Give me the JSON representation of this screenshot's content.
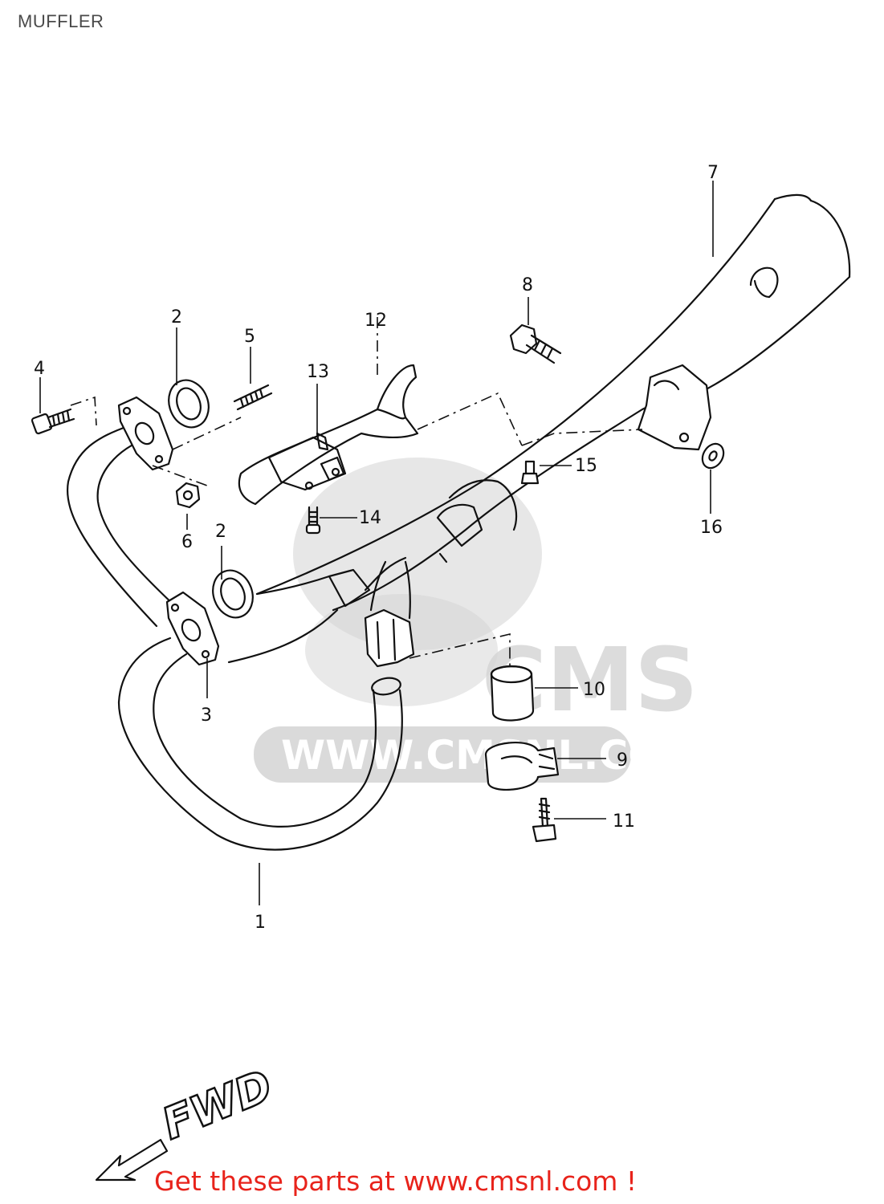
{
  "title": "MUFFLER",
  "parts": [
    {
      "ref": "1",
      "name": "exhaust-pipe"
    },
    {
      "ref": "2",
      "name": "gasket"
    },
    {
      "ref": "2",
      "name": "gasket"
    },
    {
      "ref": "3",
      "name": "pipe-flange"
    },
    {
      "ref": "4",
      "name": "bolt"
    },
    {
      "ref": "5",
      "name": "stud"
    },
    {
      "ref": "6",
      "name": "nut"
    },
    {
      "ref": "7",
      "name": "muffler"
    },
    {
      "ref": "8",
      "name": "bolt"
    },
    {
      "ref": "9",
      "name": "clamp"
    },
    {
      "ref": "10",
      "name": "connector-sleeve"
    },
    {
      "ref": "11",
      "name": "clamp-bolt"
    },
    {
      "ref": "12",
      "name": "heat-protector"
    },
    {
      "ref": "13",
      "name": "protector-clamp"
    },
    {
      "ref": "14",
      "name": "screw"
    },
    {
      "ref": "15",
      "name": "bolt"
    },
    {
      "ref": "16",
      "name": "washer"
    }
  ],
  "direction_label": "FWD",
  "watermark": {
    "url_text": "WWW.CMSNL.COM",
    "brand": "CMS"
  },
  "footer": {
    "cta": "Get these parts at www.cmsnl.com !",
    "color": "#e8231b"
  }
}
